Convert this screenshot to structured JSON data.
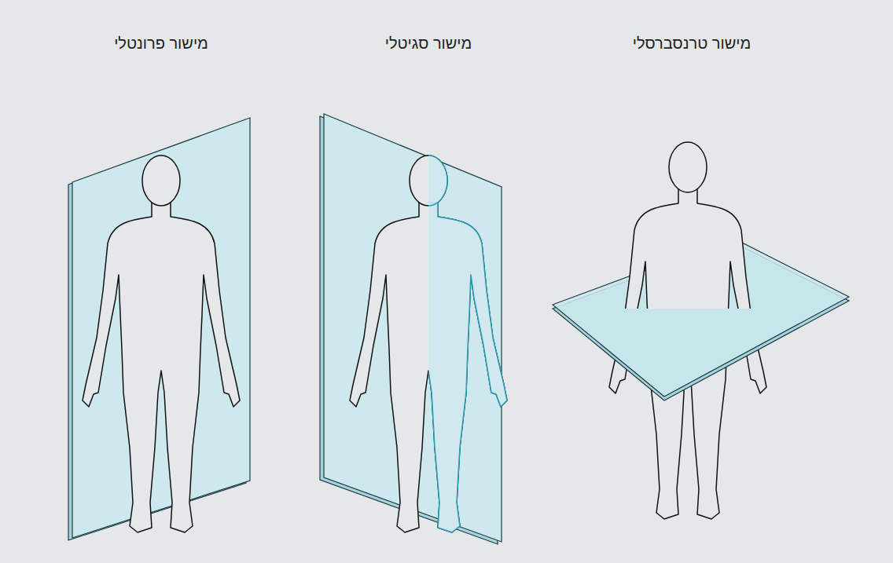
{
  "diagram": {
    "labels": [
      "מישור פרונטלי",
      "מישור סגיטלי",
      "מישור טרנסברסלי"
    ]
  }
}
